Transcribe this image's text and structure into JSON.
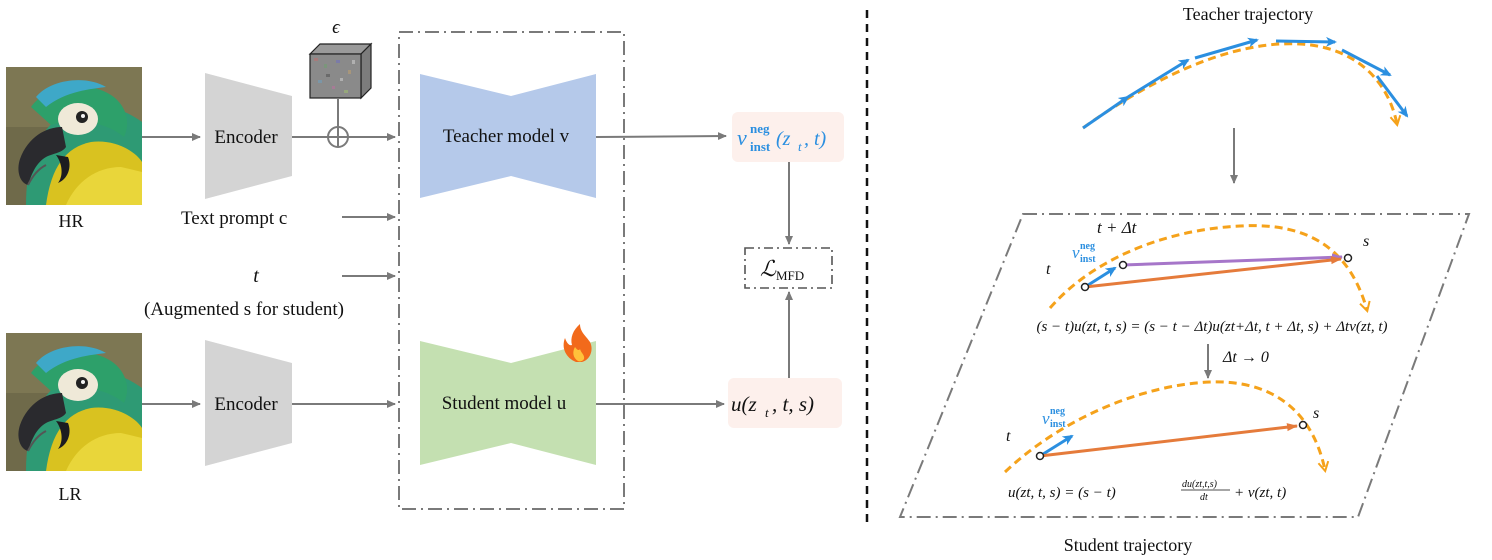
{
  "left_panel": {
    "hr_label": "HR",
    "lr_label": "LR",
    "encoder_top_label": "Encoder",
    "encoder_bottom_label": "Encoder",
    "noise_symbol": "ϵ",
    "text_prompt": "Text prompt c",
    "t_label": "t",
    "augmented_label": "(Augmented s for student)",
    "teacher_model_label": "Teacher model v",
    "student_model_label": "Student model u",
    "teacher_output": {
      "base": "v",
      "sup": "neg",
      "sub": "inst",
      "args": "(z",
      "args_sub": "t",
      "args_end": ", t)"
    },
    "student_output": {
      "text": "u(z",
      "sub": "t",
      "end": ", t, s)"
    },
    "loss": {
      "base": "ℒ",
      "sub": "MFD"
    }
  },
  "right_panel": {
    "teacher_title": "Teacher trajectory",
    "student_title": "Student trajectory",
    "upper": {
      "t_plus_dt": "t + Δt",
      "t_label": "t",
      "s_label": "s",
      "v_base": "v",
      "v_sup": "neg",
      "v_sub": "inst",
      "equation": "(s − t)u(zt, t, s) = (s − t − Δt)u(zt+Δt, t + Δt, s) + Δtv(zt, t)"
    },
    "limit_label": "Δt → 0",
    "lower": {
      "t_label": "t",
      "s_label": "s",
      "v_base": "v",
      "v_sup": "neg",
      "v_sub": "inst",
      "eq_left": "u(zt, t, s) = (s − t)",
      "eq_frac_num": "du(zt,t,s)",
      "eq_frac_den": "dt",
      "eq_right": "+ v(zt, t)"
    }
  },
  "colors": {
    "encoder_gray": "#d4d4d4",
    "teacher_blue": "#b5c9ea",
    "student_green": "#c4e0b1",
    "highlight_pink": "#fdf0ec",
    "velocity_blue": "#2b8fe0",
    "trajectory_orange": "#f5a21b",
    "avg_orange": "#e57b3b",
    "purple": "#a676c9",
    "arrow_gray": "#7a7a7a"
  }
}
